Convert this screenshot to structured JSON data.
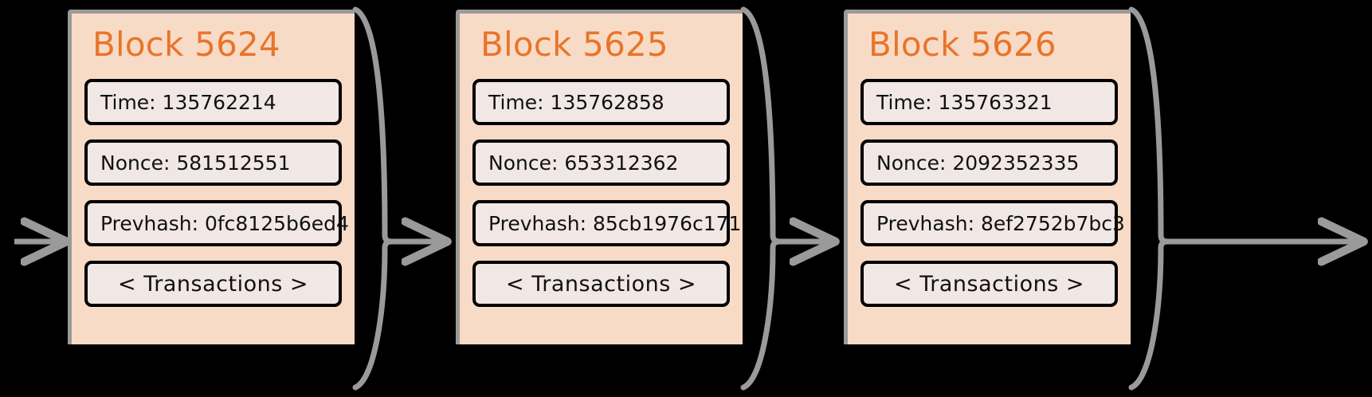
{
  "canvas": {
    "background": "#000000",
    "block_fill": "#f8dbc7",
    "block_edge": "#9a9a9a",
    "field_fill": "#f1e8e6",
    "field_border": "#000000",
    "title_color": "#e8752a",
    "wire_color": "#9a9a9a"
  },
  "diagram": {
    "type": "blockchain-chain",
    "blocks": [
      {
        "title": "Block 5624",
        "time": "Time: 135762214",
        "nonce": "Nonce: 581512551",
        "prevhash": "Prevhash: 0fc8125b6ed4",
        "transactions": "< Transactions >"
      },
      {
        "title": "Block 5625",
        "time": "Time: 135762858",
        "nonce": "Nonce: 653312362",
        "prevhash": "Prevhash: 85cb1976c171",
        "transactions": "< Transactions >"
      },
      {
        "title": "Block 5626",
        "time": "Time: 135763321",
        "nonce": "Nonce: 2092352335",
        "prevhash": "Prevhash: 8ef2752b7bc3",
        "transactions": "< Transactions >"
      }
    ],
    "arrows": [
      {
        "name": "arrow-into-block-5624"
      },
      {
        "name": "arrow-block-5624-to-5625"
      },
      {
        "name": "arrow-block-5625-to-5626"
      },
      {
        "name": "arrow-out-of-block-5626"
      }
    ]
  }
}
